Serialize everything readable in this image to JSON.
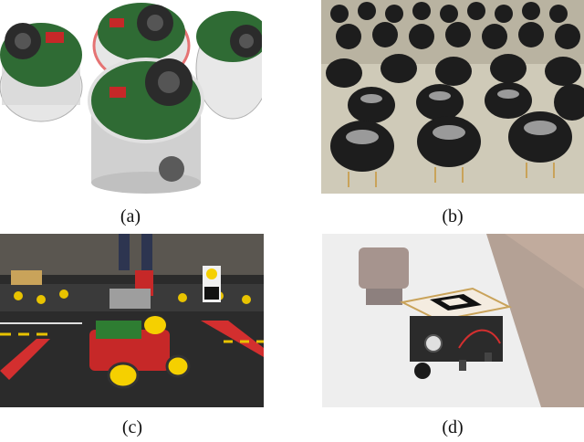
{
  "figure": {
    "panels": [
      {
        "caption": "(a)",
        "subject": "cylindrical-robots-with-circuit-boards",
        "colors": {
          "bg": "#f4f4f4",
          "board": "#2e7d32",
          "shell": "#d9d9d9"
        }
      },
      {
        "caption": "(b)",
        "subject": "robot-swarm-on-table",
        "colors": {
          "bg": "#cfcab8",
          "robot": "#1d1d1d",
          "metal": "#9a9a9a"
        }
      },
      {
        "caption": "(c)",
        "subject": "wheeled-robot-on-toy-city-road-mat",
        "colors": {
          "floor": "#2b2b2b",
          "robot": "#c62828",
          "stripe": "#d32f2f",
          "wheel": "#f5d000"
        }
      },
      {
        "caption": "(d)",
        "subject": "small-robot-with-fiducial-tag",
        "colors": {
          "bg": "#eeeeee",
          "tag": "#111111",
          "wire": "#d32f2f"
        }
      }
    ]
  }
}
